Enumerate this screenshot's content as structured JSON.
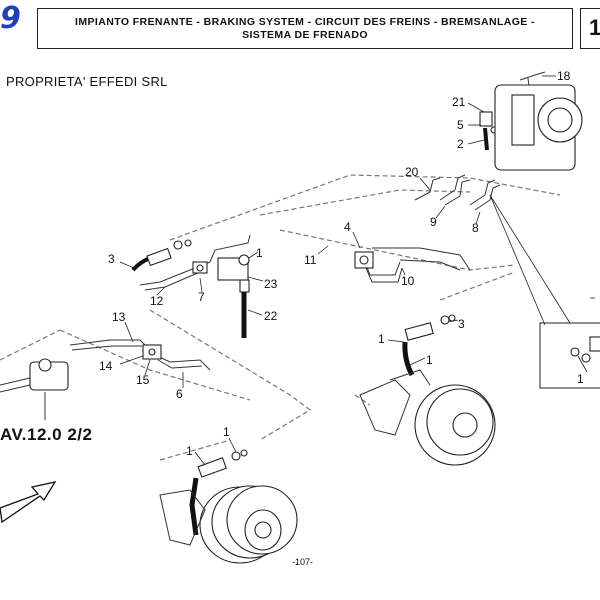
{
  "header": {
    "page_fragment": "9",
    "title_line1": "IMPIANTO FRENANTE - BRAKING SYSTEM - CIRCUIT DES FREINS - BREMSANLAGE -",
    "title_line2": "SISTEMA DE FRENADO",
    "table_number": "1"
  },
  "copyright": "PROPRIETA' EFFEDI SRL",
  "reference": "AV.12.0 2/2",
  "footer": {
    "page": "-107-"
  },
  "callouts": [
    "18",
    "21",
    "5",
    "2",
    "20",
    "9",
    "8",
    "4",
    "11",
    "10",
    "1",
    "3",
    "12",
    "7",
    "23",
    "22",
    "13",
    "14",
    "15",
    "6",
    "1",
    "3",
    "1",
    "1",
    "1",
    "1"
  ],
  "colors": {
    "page_number": "#1f3fbf",
    "ink": "#111111"
  },
  "icons": [
    "arrow-icon"
  ]
}
